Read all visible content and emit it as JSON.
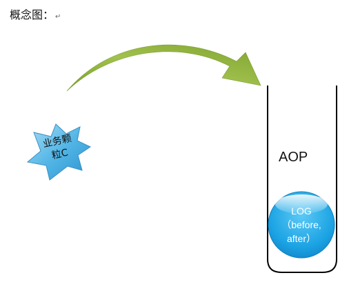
{
  "heading": {
    "text": "概念图：",
    "return_mark": "↵"
  },
  "star": {
    "line1": "业务颗",
    "line2": "粒C"
  },
  "container": {
    "label": "AOP"
  },
  "log_circle": {
    "line1": "LOG",
    "line2": "（before,",
    "line3": "after）"
  },
  "colors": {
    "arrow": "#8fb23a",
    "star_fill": "#4fb2e3",
    "circle_fill": "#1ea8e6"
  }
}
